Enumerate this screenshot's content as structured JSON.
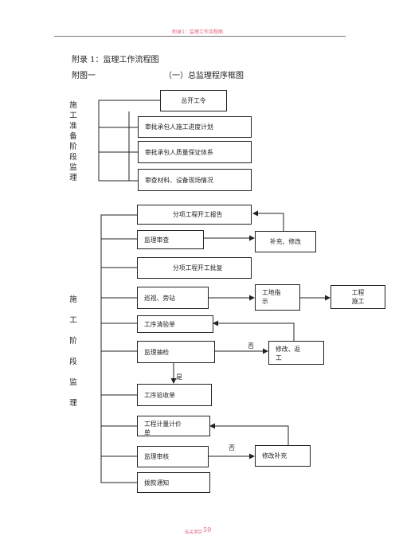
{
  "header": {
    "running_title": "附录1：监理工作流程图"
  },
  "doc": {
    "appendix_title": "附录 1：监理工作流程图",
    "figure_label": "附图一",
    "figure_title": "（一）总监理程序框图"
  },
  "phases": {
    "prep": "施\n工\n准\n备\n阶\n段\n监\n理",
    "construction": "施\n\n工\n\n阶\n\n段\n\n监\n\n理"
  },
  "prep_boxes": {
    "start_order": "总开工令",
    "schedule": "审批承包人施工进度计划",
    "quality": "审批承包人质量保证体系",
    "materials": "审查材料、设备现场情况"
  },
  "construction_boxes": {
    "subitem_report": "分项工程开工报告",
    "supervision_review": "监理审查",
    "supplement_modify": "补充、修改",
    "subitem_approval": "分项工程开工批复",
    "patrol": "巡视、旁站",
    "site_instruction": "工地指\n示",
    "construction_work": "工程\n施工",
    "process_inspection_request": "工序清验单",
    "spot_check": "监理抽检",
    "modify_return": "修改、返\n工",
    "process_acceptance": "工序验收单",
    "measurement_payment": "工程计量计价\n单",
    "audit": "监理审核",
    "modify_supplement": "修改补充",
    "payment_notice": "拨款通知"
  },
  "flow_labels": {
    "no_1": "否",
    "yes": "是",
    "no_2": "否"
  },
  "footer": {
    "text": "有关项目",
    "page": "59"
  }
}
